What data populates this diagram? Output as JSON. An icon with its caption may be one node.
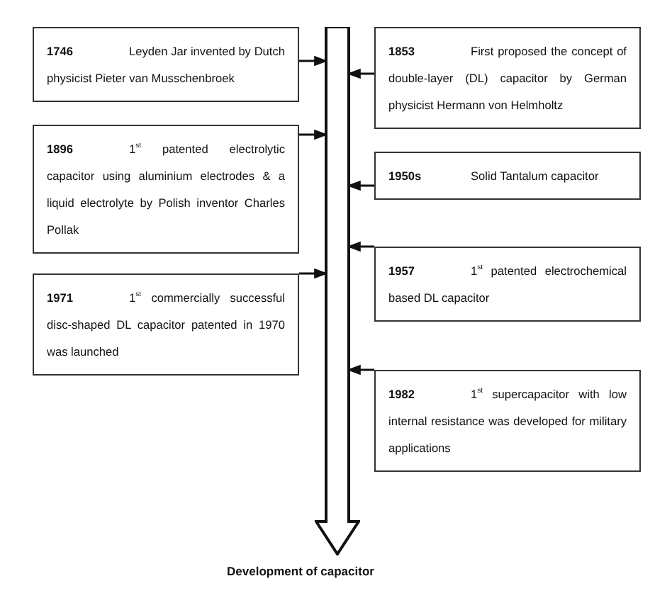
{
  "diagram": {
    "nodes": [
      {
        "text": [
          "1746",
          "Leyden Jar invented by Dutch physicist Pieter van Musschenbroek"
        ]
      },
      {
        "text": [
          "1853",
          "First proposed the concept of double-layer (DL) capacitor by German physicist Hermann von Helmholtz"
        ]
      },
      {
        "text": [
          "1896",
          "1$^{st}$ patented electrolytic capacitor using aluminium electrodes & a liquid electrolyte by Polish inventor Charles Pollak"
        ]
      },
      {
        "text": [
          "1950s",
          "Solid Tantalum capacitor"
        ]
      },
      {
        "text": [
          "1957",
          "1$^{st}$ patented electrochemical based DL capacitor"
        ]
      },
      {
        "text": [
          "1971",
          "1$^{st}$ commercially successful disc-shaped DL capacitor patented in 1970 was launched"
        ]
      },
      {
        "text": [
          "1982",
          "1$^{st}$ supercapacitor with low internal resistance was developed for military applications"
        ]
      },
      {
        "text": [
          "Development of capacitor"
        ]
      }
    ],
    "edges": [
      {
        "from": 0,
        "to": 7,
        "arrow": "to"
      },
      {
        "from": 1,
        "to": 7,
        "arrow": "to"
      },
      {
        "from": 2,
        "to": 7,
        "arrow": "to"
      },
      {
        "from": 3,
        "to": 7,
        "arrow": "to"
      },
      {
        "from": 4,
        "to": 7,
        "arrow": "to"
      },
      {
        "from": 5,
        "to": 7,
        "arrow": "to"
      },
      {
        "from": 6,
        "to": 7,
        "arrow": "to"
      }
    ]
  }
}
